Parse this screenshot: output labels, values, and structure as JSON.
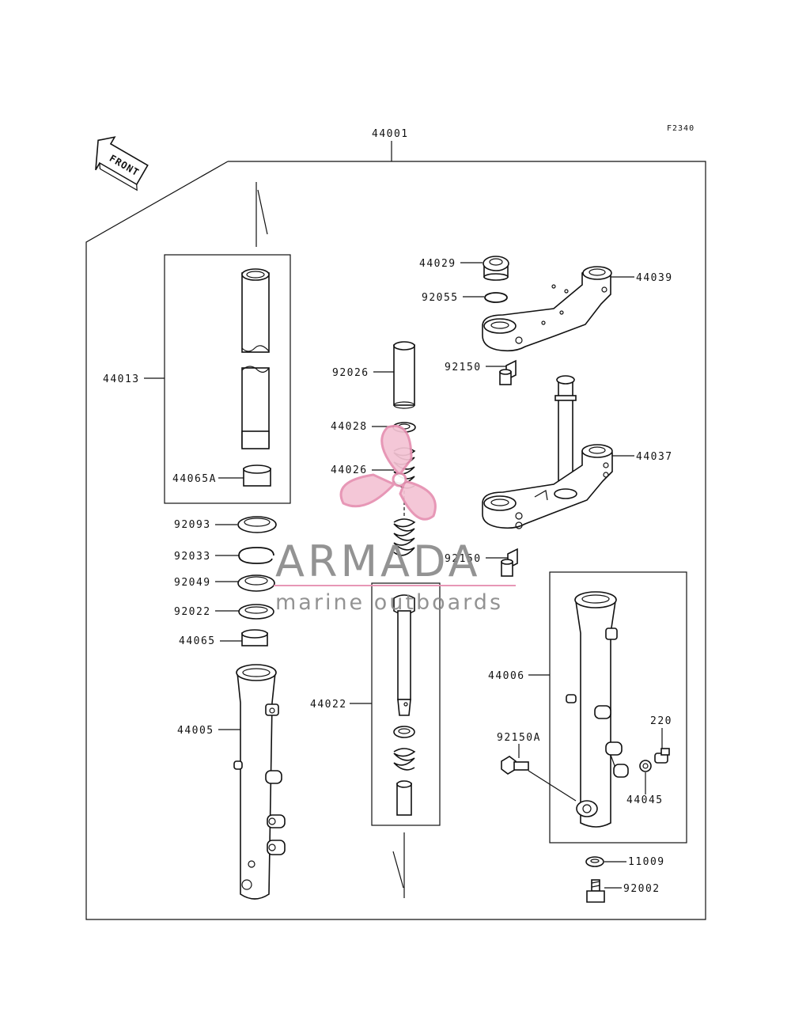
{
  "figure_code": "F2340",
  "front_label": "FRONT",
  "watermark": {
    "brand": "ARMADA",
    "tagline": "marine outboards",
    "accent_color": "#e58fb0",
    "text_color": "#8a8a8a"
  },
  "parts": {
    "p44001": "44001",
    "p44013": "44013",
    "p44065A": "44065A",
    "p92093": "92093",
    "p92033": "92033",
    "p92049": "92049",
    "p92022": "92022",
    "p44065": "44065",
    "p44005": "44005",
    "p44029": "44029",
    "p92055": "92055",
    "p44039": "44039",
    "p92150_top": "92150",
    "p92026": "92026",
    "p44028": "44028",
    "p44026": "44026",
    "p44037": "44037",
    "p92150_mid": "92150",
    "p44022": "44022",
    "p44006": "44006",
    "p220": "220",
    "p92150A": "92150A",
    "p44045": "44045",
    "p11009": "11009",
    "p92002": "92002"
  }
}
